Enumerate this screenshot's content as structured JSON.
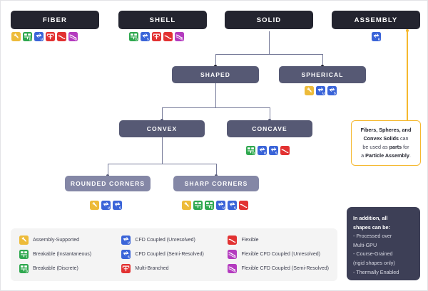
{
  "icons": {
    "assembly-supported": {
      "name": "Assembly-Supported",
      "color": "#edbb3a",
      "glyph": "wrench",
      "sub": ""
    },
    "breakable-instantaneous": {
      "name": "Breakable (Instantaneous)",
      "color": "#2fa84f",
      "glyph": "break",
      "sub": "I"
    },
    "breakable-discrete": {
      "name": "Breakable (Discrete)",
      "color": "#2fa84f",
      "glyph": "break",
      "sub": "D"
    },
    "cfd-unresolved": {
      "name": "CFD Coupled (Unresolved)",
      "color": "#3a64d8",
      "glyph": "cfd",
      "sub": "U"
    },
    "cfd-semi-resolved": {
      "name": "CFD Coupled (Semi-Resolved)",
      "color": "#3a64d8",
      "glyph": "cfd",
      "sub": "S"
    },
    "multi-branched": {
      "name": "Multi-Branched",
      "color": "#e23232",
      "glyph": "branch",
      "sub": ""
    },
    "flexible": {
      "name": "Flexible",
      "color": "#e23232",
      "glyph": "flex",
      "sub": ""
    },
    "flexible-cfd-unresolved": {
      "name": "Flexible CFD Coupled (Unresolved)",
      "color": "#b43bbf",
      "glyph": "flexcfd",
      "sub": "U"
    },
    "flexible-cfd-semi-resolved": {
      "name": "Flexible CFD Coupled (Semi-Resolved)",
      "color": "#b43bbf",
      "glyph": "flexcfd",
      "sub": "S"
    }
  },
  "nodes": {
    "fiber": {
      "label": "FIBER",
      "icons": [
        "assembly-supported",
        "breakable-discrete",
        "cfd-unresolved",
        "multi-branched",
        "flexible",
        "flexible-cfd-unresolved"
      ]
    },
    "shell": {
      "label": "SHELL",
      "icons": [
        "breakable-discrete",
        "cfd-semi-resolved",
        "multi-branched",
        "flexible",
        "flexible-cfd-semi-resolved"
      ]
    },
    "solid": {
      "label": "SOLID",
      "icons": []
    },
    "assembly": {
      "label": "ASSEMBLY",
      "icons": [
        "cfd-unresolved"
      ]
    },
    "shaped": {
      "label": "SHAPED",
      "icons": []
    },
    "spherical": {
      "label": "SPHERICAL",
      "icons": [
        "assembly-supported",
        "cfd-unresolved",
        "cfd-semi-resolved"
      ]
    },
    "convex": {
      "label": "CONVEX",
      "icons": []
    },
    "concave": {
      "label": "CONCAVE",
      "icons": [
        "breakable-discrete",
        "cfd-unresolved",
        "cfd-semi-resolved",
        "flexible"
      ]
    },
    "rounded_corners": {
      "label": "ROUNDED CORNERS",
      "icons": [
        "assembly-supported",
        "cfd-unresolved",
        "cfd-semi-resolved"
      ]
    },
    "sharp_corners": {
      "label": "SHARP CORNERS",
      "icons": [
        "assembly-supported",
        "breakable-instantaneous",
        "breakable-discrete",
        "cfd-unresolved",
        "cfd-semi-resolved",
        "flexible"
      ]
    }
  },
  "callouts": {
    "assembly_note": {
      "line1_a": "Fibers, Spheres, and",
      "line2_a": "Convex Solids",
      "line2_b": " can",
      "line3_a": "be used as ",
      "line3_b": "parts",
      "line3_c": " for",
      "line4_a": "a ",
      "line4_b": "Particle Assembly",
      "line4_c": "."
    },
    "all_shapes_note": {
      "heading_1": "In addition, all",
      "heading_2": "shapes can be:",
      "bullet_1": "- Processed over",
      "bullet_1b": "Multi-GPU",
      "bullet_2": "- Course-Grained",
      "bullet_2b": "(rigid shapes only)",
      "bullet_3": "- Thermally Enabled"
    }
  },
  "legend": {
    "columns": [
      [
        "assembly-supported",
        "breakable-instantaneous",
        "breakable-discrete"
      ],
      [
        "cfd-unresolved",
        "cfd-semi-resolved",
        "multi-branched"
      ],
      [
        "flexible",
        "flexible-cfd-unresolved",
        "flexible-cfd-semi-resolved"
      ]
    ]
  },
  "colors": {
    "node_dark": "#23242f",
    "node_mid": "#565974",
    "node_light": "#8487a6",
    "connector": "#767a99",
    "accent_yellow": "#f5b82e",
    "callout_dark_bg": "#3d3f56",
    "legend_bg": "#f4f4f4"
  }
}
